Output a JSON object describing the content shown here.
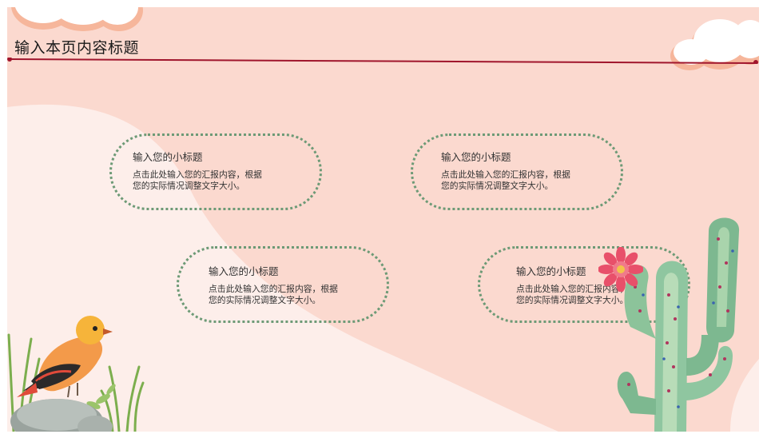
{
  "page": {
    "title": "输入本页内容标题"
  },
  "cards": [
    {
      "title": "输入您的小标题",
      "body_line1": "点击此处输入您的汇报内容，根据",
      "body_line2": "您的实际情况调整文字大小。"
    },
    {
      "title": "输入您的小标题",
      "body_line1": "点击此处输入您的汇报内容，根据",
      "body_line2": "您的实际情况调整文字大小。"
    },
    {
      "title": "输入您的小标题",
      "body_line1": "点击此处输入您的汇报内容，根据",
      "body_line2": "您的实际情况调整文字大小。"
    },
    {
      "title": "输入您的小标题",
      "body_line1": "点击此处输入您的汇报内容，根据",
      "body_line2": "您的实际情况调整文字大小。"
    }
  ],
  "colors": {
    "background": "#fbd9cf",
    "light_wave": "#fdeeea",
    "accent_line": "#a0162d",
    "card_border": "#6d9a76"
  },
  "decorations": [
    "cloud-illustration",
    "bird-illustration",
    "cactus-illustration",
    "flower-illustration"
  ]
}
